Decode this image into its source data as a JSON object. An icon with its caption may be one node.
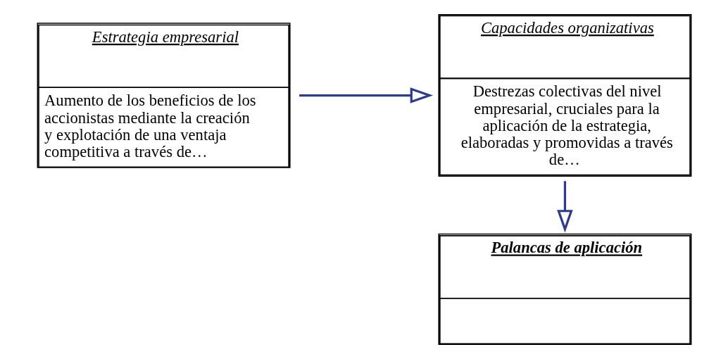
{
  "diagram": {
    "nodes": [
      {
        "text": [
          "Estrategia empresarial",
          "Aumento de los beneficios de los accionistas mediante la creación y explotación de una ventaja competitiva a través de…"
        ]
      },
      {
        "text": [
          "Capacidades organizativas",
          "Destrezas colectivas del nivel empresarial, cruciales para la aplicación de la estrategia, elaboradas y promovidas a través de…"
        ]
      },
      {
        "text": [
          "Palancas de aplicación"
        ]
      }
    ],
    "edges": [
      {
        "from": 0,
        "to": 1,
        "arrow": "to"
      },
      {
        "from": 1,
        "to": 2,
        "arrow": "to"
      }
    ]
  }
}
